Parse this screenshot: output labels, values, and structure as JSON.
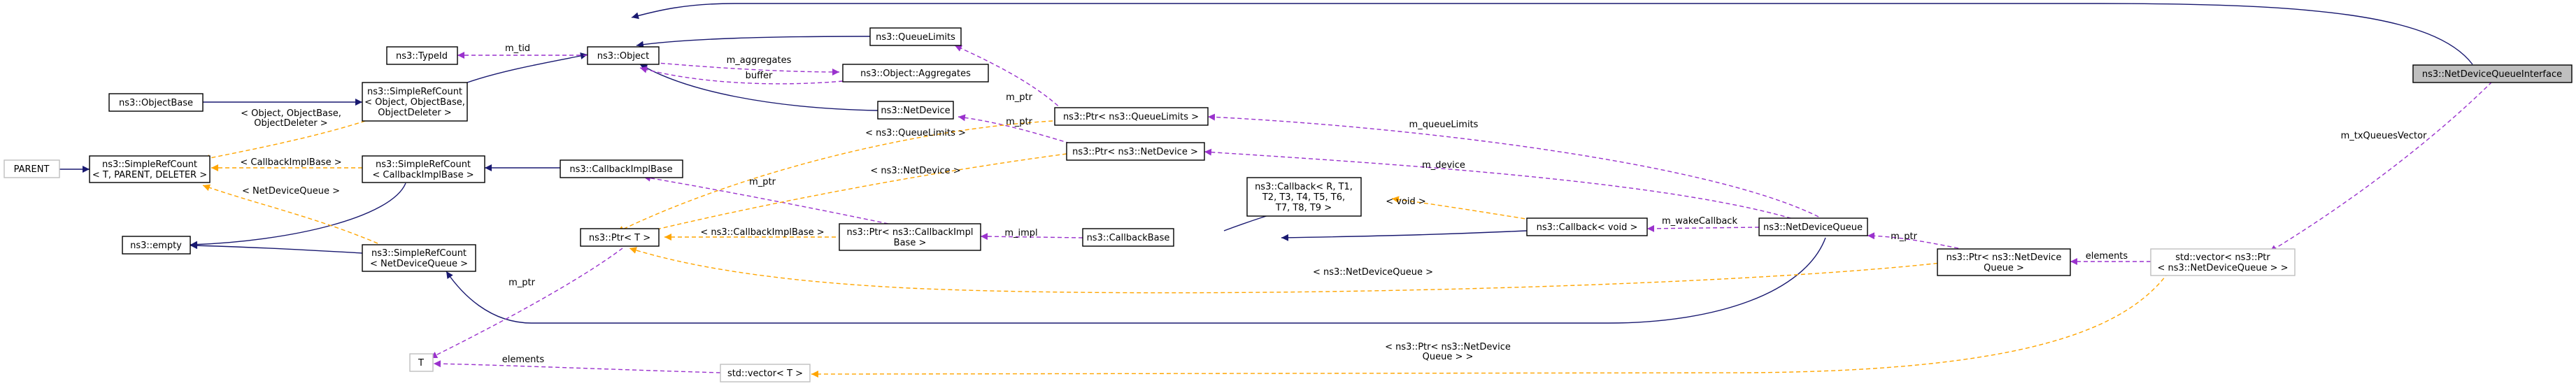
{
  "nodes": {
    "n_object": "ns3::Object",
    "n_typeid": "ns3::TypeId",
    "n_queuelimits": "ns3::QueueLimits",
    "n_aggregates": "ns3::Object::Aggregates",
    "n_netdevice": "ns3::NetDevice",
    "n_objectbase": "ns3::ObjectBase",
    "n_srcobject": [
      "ns3::SimpleRefCount",
      "< Object, ObjectBase,",
      "ObjectDeleter >"
    ],
    "n_parent": "PARENT",
    "n_srctpd": [
      "ns3::SimpleRefCount",
      "< T, PARENT, DELETER >"
    ],
    "n_srccb": [
      "ns3::SimpleRefCount",
      "< CallbackImplBase >"
    ],
    "n_cbimplbase": "ns3::CallbackImplBase",
    "n_empty": "ns3::empty",
    "n_srcndq": [
      "ns3::SimpleRefCount",
      "< NetDeviceQueue >"
    ],
    "n_ptrT": "ns3::Ptr< T >",
    "n_ptrql": "ns3::Ptr< ns3::QueueLimits >",
    "n_ptrnd": "ns3::Ptr< ns3::NetDevice >",
    "n_ptrcbimpl": [
      "ns3::Ptr< ns3::CallbackImpl",
      "Base >"
    ],
    "n_callbackbase": "ns3::CallbackBase",
    "n_callbackRT": [
      "ns3::Callback< R, T1,",
      "T2, T3, T4, T5, T6,",
      "T7, T8, T9 >"
    ],
    "n_callbackvoid": "ns3::Callback< void >",
    "n_ndq": "ns3::NetDeviceQueue",
    "n_ptrndq": [
      "ns3::Ptr< ns3::NetDevice",
      "Queue >"
    ],
    "n_vecptr": [
      "std::vector< ns3::Ptr",
      "< ns3::NetDeviceQueue > >"
    ],
    "n_T": "T",
    "n_vecT": "std::vector< T >",
    "n_ndqi": "ns3::NetDeviceQueueInterface"
  },
  "edge_labels": {
    "m_tid": "m_tid",
    "m_aggregates": "m_aggregates",
    "buffer": "buffer",
    "srco_tpl": [
      "< Object, ObjectBase,",
      "ObjectDeleter >"
    ],
    "srccb_tpl": "< CallbackImplBase >",
    "srcndq_tpl": "< NetDeviceQueue >",
    "m_ptr_ql": "m_ptr",
    "m_ptr_nd": "m_ptr",
    "m_ptr_cb": "m_ptr",
    "m_ptr_T": "m_ptr",
    "m_ptr_ndq": "m_ptr",
    "ql_tpl": "< ns3::QueueLimits >",
    "nd_tpl": "< ns3::NetDevice >",
    "cb_tpl": "< ns3::CallbackImplBase >",
    "ndq_tpl": "< ns3::NetDeviceQueue >",
    "m_impl": "m_impl",
    "void_tpl": "< void >",
    "m_queueLimits": "m_queueLimits",
    "m_device": "m_device",
    "m_wakeCallback": "m_wakeCallback",
    "elements_ndq": "elements",
    "elements_T": "elements",
    "m_txQueuesVector": "m_txQueuesVector",
    "vec_tpl": [
      "< ns3::Ptr< ns3::NetDevice",
      "Queue > >"
    ]
  },
  "colors": {
    "inheritance": "#191970",
    "usage": "#9a32cd",
    "template": "#ffa500",
    "external_border": "#bfbfbf",
    "focus_fill": "#bfbfbf"
  }
}
